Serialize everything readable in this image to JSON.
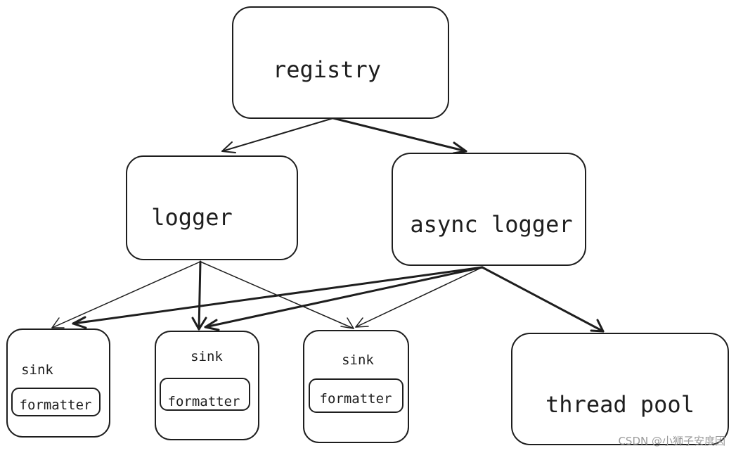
{
  "nodes": {
    "registry": "registry",
    "logger": "logger",
    "async_logger": "async logger",
    "sink1": "sink",
    "formatter1": "formatter",
    "sink2": "sink",
    "formatter2": "formatter",
    "sink3": "sink",
    "formatter3": "formatter",
    "thread_pool": "thread pool"
  },
  "edges": [
    {
      "from": "registry",
      "to": "logger"
    },
    {
      "from": "registry",
      "to": "async logger"
    },
    {
      "from": "logger",
      "to": "sink"
    },
    {
      "from": "logger",
      "to": "sink"
    },
    {
      "from": "logger",
      "to": "sink"
    },
    {
      "from": "async logger",
      "to": "sink"
    },
    {
      "from": "async logger",
      "to": "sink"
    },
    {
      "from": "async logger",
      "to": "sink"
    },
    {
      "from": "async logger",
      "to": "thread pool"
    }
  ],
  "watermark": "CSDN @小狮子安度因",
  "colors": {
    "stroke": "#1e1e1e",
    "background": "#ffffff",
    "watermark": "#9a9a9a"
  }
}
